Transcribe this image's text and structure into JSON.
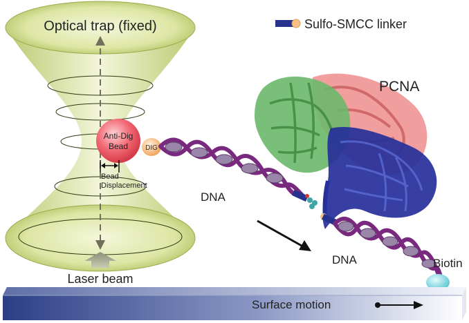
{
  "labels": {
    "trap_title": "Optical trap (fixed)",
    "linker_legend": "Sulfo-SMCC linker",
    "bead_line1": "Anti-Dig",
    "bead_line2": "Bead",
    "dig": "DIG",
    "displacement_line1": "Bead",
    "displacement_line2": "Displacement",
    "dna_left": "DNA",
    "dna_right": "DNA",
    "protein": "PCNA",
    "laser": "Laser beam",
    "biotin": "Biotin",
    "surface": "Surface motion"
  },
  "colors": {
    "trap_fill": "#c9d77a",
    "trap_edge": "#7f8f3a",
    "bead": "#ef5a66",
    "dig": "#f6c183",
    "dna_backbone": "#7a2a7e",
    "dna_fill": "#9a86a8",
    "linker": "#27328f",
    "pcna_green": "#6bb86a",
    "pcna_salmon": "#ef8d8d",
    "pcna_blue": "#26309a",
    "biotin": "#8fe0e6",
    "surface_dark": "#2c3f86",
    "surface_light": "#ffffff"
  },
  "icons": {
    "upward_arrow": "up-arrow-icon",
    "downward_arrow": "down-arrow-icon",
    "motion_arrow": "right-arrow-icon",
    "diagonal_arrow": "diagonal-arrow-icon"
  }
}
